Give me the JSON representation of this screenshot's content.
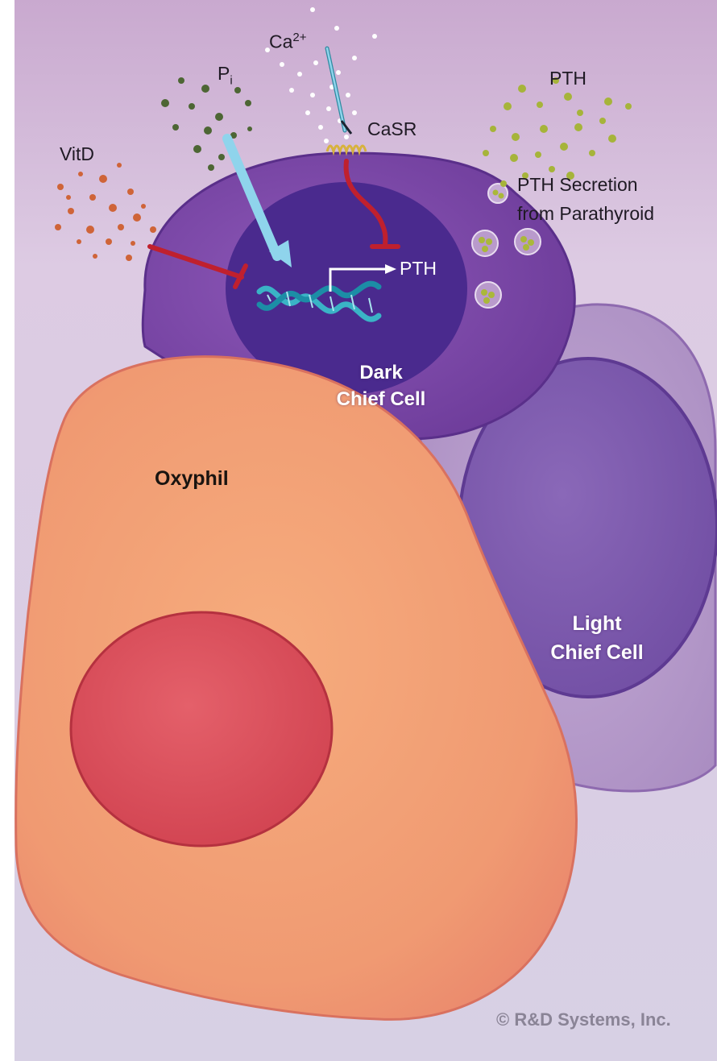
{
  "labels": {
    "ca": "Ca",
    "ca_sup": "2+",
    "p": "P",
    "p_sub": "i",
    "pth_top": "PTH",
    "vitd": "VitD",
    "casr": "CaSR",
    "secretion_line1": "PTH Secretion",
    "secretion_line2": "from Parathyroid",
    "pth_gene": "PTH",
    "dark_line1": "Dark",
    "dark_line2": "Chief Cell",
    "oxyphil": "Oxyphil",
    "light_line1": "Light",
    "light_line2": "Chief Cell"
  },
  "copyright": "© R&D Systems, Inc.",
  "colors": {
    "background": "#d8c6de",
    "dark_chief_cell": "#7e4aa8",
    "dark_nucleus": "#4a2a8e",
    "light_chief_cell": "#b49ac8",
    "light_nucleus": "#7a56ab",
    "oxyphil_cell": "#f2a277",
    "oxyphil_nucleus": "#dc4f5c",
    "inhibition_arrow": "#c0202e",
    "stimulation_arrow": "#8fd4ec",
    "dna_helix": "#3ab3c6",
    "pth_granule": "#aab83a",
    "vitd_particle": "#d0653a",
    "phosphate_particle": "#4f6636",
    "calcium_particle": "#ffffff"
  }
}
